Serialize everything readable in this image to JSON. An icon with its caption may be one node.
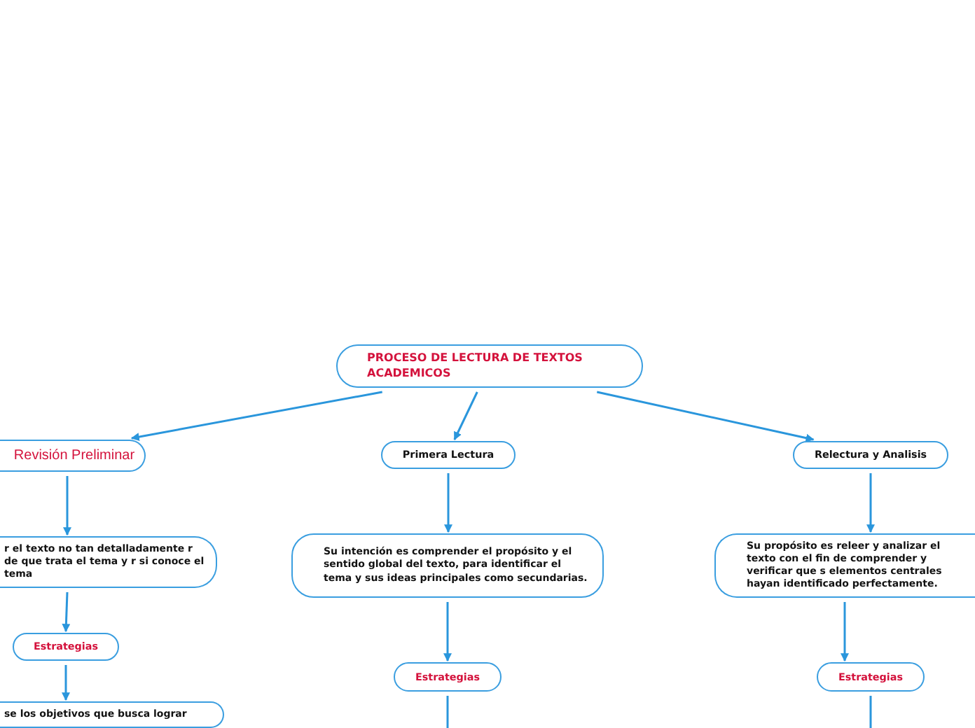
{
  "diagram": {
    "nodes": [
      {
        "text": [
          "PROCESO DE LECTURA DE TEXTOS ACADEMICOS"
        ]
      },
      {
        "text": [
          "Revisión Preliminar"
        ]
      },
      {
        "text": [
          "Primera Lectura"
        ]
      },
      {
        "text": [
          "Relectura y Analisis"
        ]
      },
      {
        "text": [
          "r el texto no tan detalladamente r de que trata el tema y r si conoce el tema"
        ]
      },
      {
        "text": [
          "Estrategias"
        ]
      },
      {
        "text": [
          "se los objetivos que busca lograr"
        ]
      },
      {
        "text": [
          "Su intención es comprender el propósito y el sentido global del texto, para identificar el tema y sus ideas principales como secundarias."
        ]
      },
      {
        "text": [
          "Estrategias"
        ]
      },
      {
        "text": [
          "Su propósito es releer y analizar el texto con el fin de comprender y verificar que s elementos centrales hayan identificado perfectamente."
        ]
      },
      {
        "text": [
          "Estrategias"
        ]
      }
    ],
    "edges": [
      {
        "from": 0,
        "to": 1,
        "arrow": "to"
      },
      {
        "from": 0,
        "to": 2,
        "arrow": "to"
      },
      {
        "from": 0,
        "to": 3,
        "arrow": "to"
      },
      {
        "from": 1,
        "to": 4,
        "arrow": "to"
      },
      {
        "from": 4,
        "to": 5,
        "arrow": "to"
      },
      {
        "from": 5,
        "to": 6,
        "arrow": "to"
      },
      {
        "from": 2,
        "to": 7,
        "arrow": "to"
      },
      {
        "from": 7,
        "to": 8,
        "arrow": "to"
      },
      {
        "from": 8,
        "to": null,
        "arrow": "none"
      },
      {
        "from": 3,
        "to": 9,
        "arrow": "to"
      },
      {
        "from": 9,
        "to": 10,
        "arrow": "to"
      },
      {
        "from": 10,
        "to": null,
        "arrow": "none"
      }
    ]
  }
}
